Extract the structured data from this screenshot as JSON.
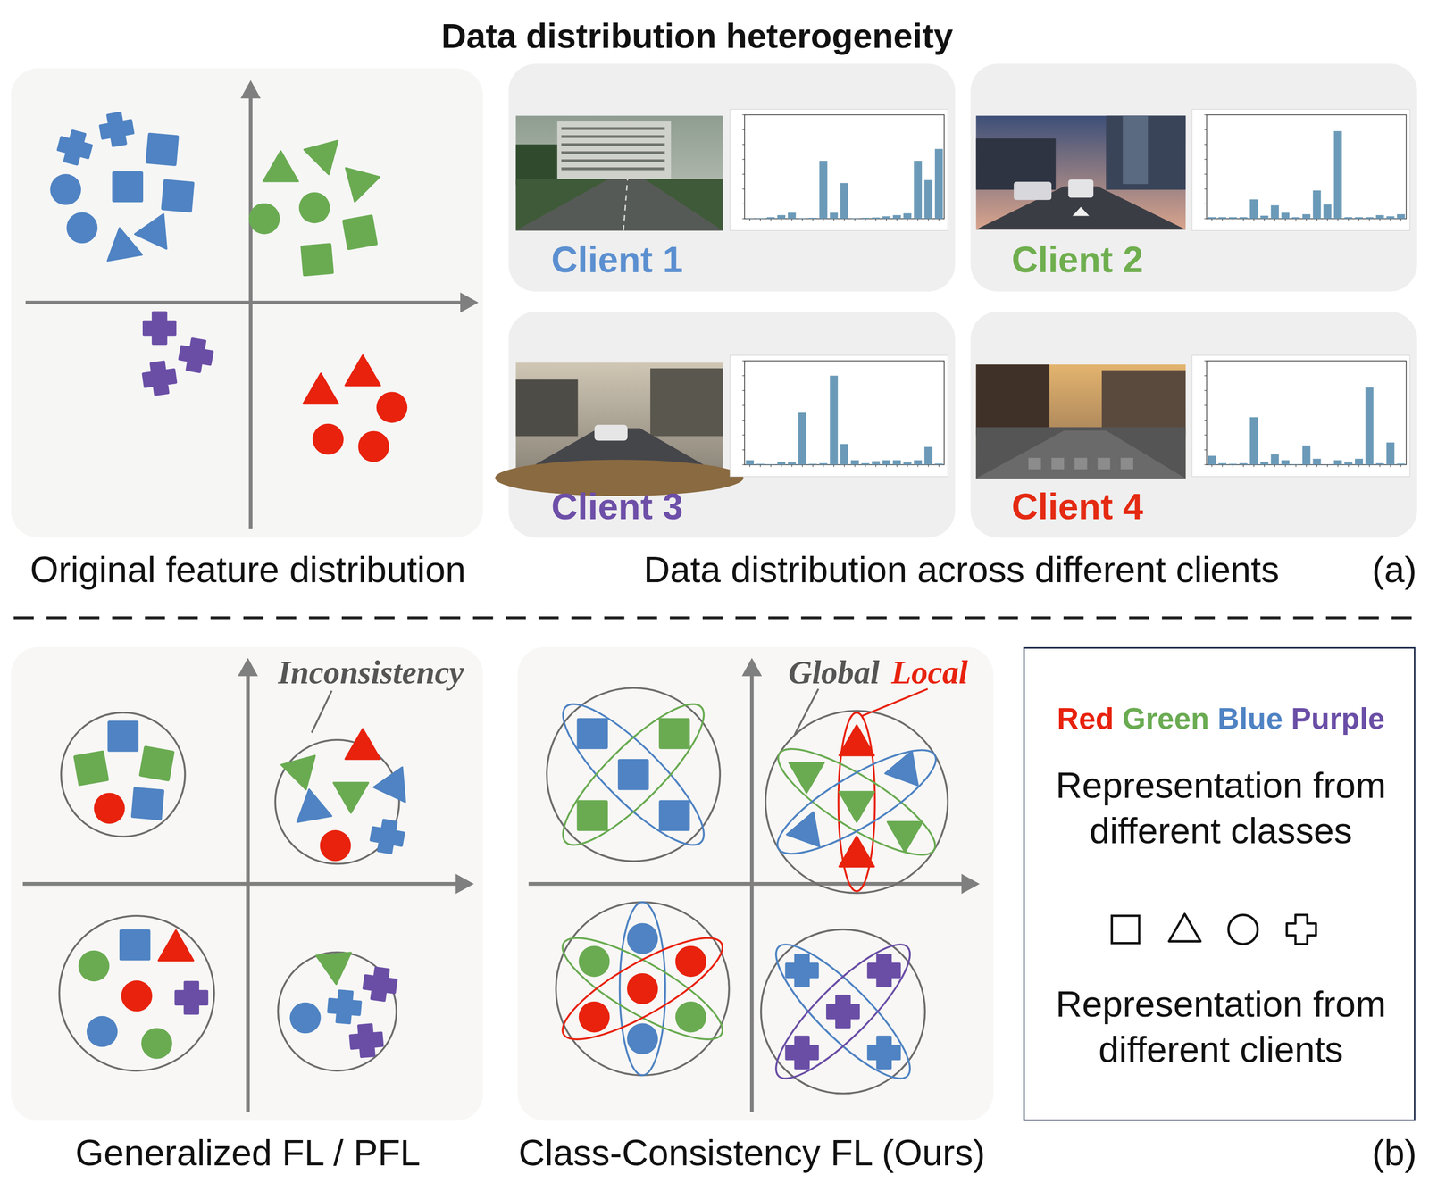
{
  "diagram": {
    "title": "Data distribution heterogeneity",
    "nodes": [
      {
        "text": [
          "Original feature distribution"
        ]
      },
      {
        "text": [
          "Client 1"
        ]
      },
      {
        "text": [
          "Client 2"
        ]
      },
      {
        "text": [
          "Client 3"
        ]
      },
      {
        "text": [
          "Client 4"
        ]
      },
      {
        "text": [
          "Inconsistency",
          "Generalized FL / PFL"
        ]
      },
      {
        "text": [
          "Global",
          "Local",
          "Class-Consistency FL (Ours)"
        ]
      },
      {
        "text": [
          "Red",
          "Green",
          "Blue",
          "Purple",
          "Representation from different classes",
          "Representation from different clients"
        ]
      }
    ],
    "labels": [
      "Data distribution across different clients",
      "(a)",
      "(b)"
    ]
  }
}
